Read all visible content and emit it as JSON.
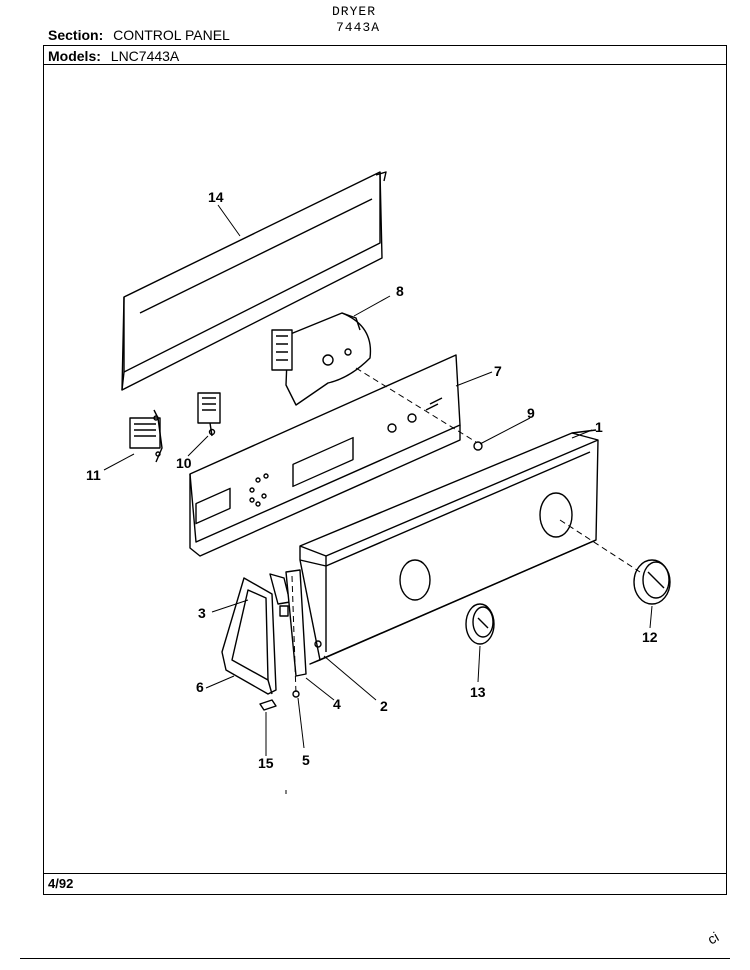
{
  "header": {
    "product": "DRYER",
    "product_code": "7443A",
    "section_label": "Section:",
    "section_value": "CONTROL PANEL",
    "models_label": "Models:",
    "models_value": "LNC7443A"
  },
  "callouts": [
    "1",
    "2",
    "3",
    "4",
    "5",
    "6",
    "7",
    "8",
    "9",
    "10",
    "11",
    "12",
    "13",
    "14",
    "15"
  ],
  "footer": {
    "date": "4/92"
  },
  "corner_mark": "ci"
}
